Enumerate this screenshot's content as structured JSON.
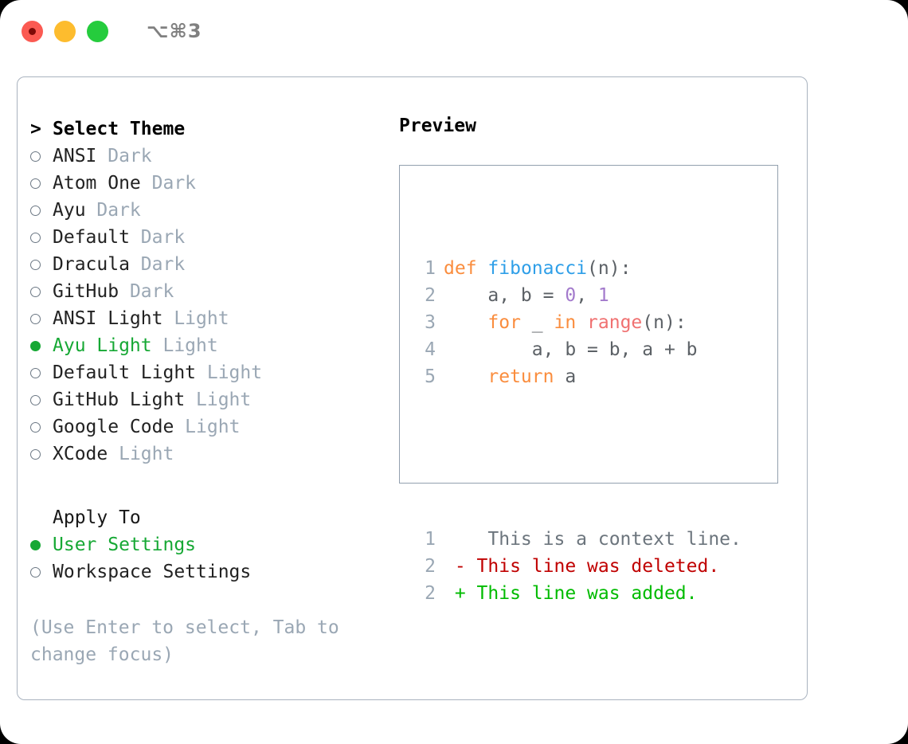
{
  "titlebar": {
    "shortcut": "⌥⌘3",
    "buttons": [
      "close",
      "minimize",
      "maximize"
    ]
  },
  "theme_picker": {
    "header_prefix": ">",
    "header": "Select Theme",
    "items": [
      {
        "marker": "○",
        "name": "ANSI",
        "tag": "Dark",
        "selected": false
      },
      {
        "marker": "○",
        "name": "Atom One",
        "tag": "Dark",
        "selected": false
      },
      {
        "marker": "○",
        "name": "Ayu",
        "tag": "Dark",
        "selected": false
      },
      {
        "marker": "○",
        "name": "Default",
        "tag": "Dark",
        "selected": false
      },
      {
        "marker": "○",
        "name": "Dracula",
        "tag": "Dark",
        "selected": false
      },
      {
        "marker": "○",
        "name": "GitHub",
        "tag": "Dark",
        "selected": false
      },
      {
        "marker": "○",
        "name": "ANSI Light",
        "tag": "Light",
        "selected": false
      },
      {
        "marker": "●",
        "name": "Ayu Light",
        "tag": "Light",
        "selected": true
      },
      {
        "marker": "○",
        "name": "Default Light",
        "tag": "Light",
        "selected": false
      },
      {
        "marker": "○",
        "name": "GitHub Light",
        "tag": "Light",
        "selected": false
      },
      {
        "marker": "○",
        "name": "Google Code",
        "tag": "Light",
        "selected": false
      },
      {
        "marker": "○",
        "name": "XCode",
        "tag": "Light",
        "selected": false
      }
    ]
  },
  "apply_to": {
    "header": "Apply To",
    "items": [
      {
        "marker": "●",
        "name": "User Settings",
        "selected": true
      },
      {
        "marker": "○",
        "name": "Workspace Settings",
        "selected": false
      }
    ]
  },
  "hint": "(Use Enter to select, Tab to change focus)",
  "preview": {
    "title": "Preview",
    "code_lines": [
      {
        "lineno": "1",
        "tokens": [
          {
            "t": "def",
            "c": "kw"
          },
          {
            "t": " ",
            "c": "pl"
          },
          {
            "t": "fibonacci",
            "c": "fn"
          },
          {
            "t": "(n):",
            "c": "pl"
          }
        ]
      },
      {
        "lineno": "2",
        "tokens": [
          {
            "t": "    a, b = ",
            "c": "pl"
          },
          {
            "t": "0",
            "c": "num"
          },
          {
            "t": ", ",
            "c": "pl"
          },
          {
            "t": "1",
            "c": "num"
          }
        ]
      },
      {
        "lineno": "3",
        "tokens": [
          {
            "t": "    ",
            "c": "pl"
          },
          {
            "t": "for",
            "c": "kw"
          },
          {
            "t": " _ ",
            "c": "pl"
          },
          {
            "t": "in",
            "c": "kw"
          },
          {
            "t": " ",
            "c": "pl"
          },
          {
            "t": "range",
            "c": "bi"
          },
          {
            "t": "(n):",
            "c": "pl"
          }
        ]
      },
      {
        "lineno": "4",
        "tokens": [
          {
            "t": "        a, b = b, a + b",
            "c": "pl"
          }
        ]
      },
      {
        "lineno": "5",
        "tokens": [
          {
            "t": "    ",
            "c": "pl"
          },
          {
            "t": "return",
            "c": "kw"
          },
          {
            "t": " a",
            "c": "pl"
          }
        ]
      }
    ],
    "diff_lines": [
      {
        "lineno": "1",
        "sign": " ",
        "text": "  This is a context line.",
        "kind": "ctx"
      },
      {
        "lineno": "2",
        "sign": "-",
        "text": " This line was deleted.",
        "kind": "del"
      },
      {
        "lineno": "2",
        "sign": "+",
        "text": " This line was added.",
        "kind": "add"
      }
    ]
  },
  "colors": {
    "accent_green": "#16a834",
    "muted": "#9aa7b4",
    "keyword": "#fa8d3e",
    "function": "#2f9fe8",
    "number": "#a37acc",
    "builtin": "#f07171",
    "diff_deleted": "#c00000",
    "diff_added": "#00bb00",
    "border": "#a9b3bf",
    "traffic_red": "#fb5a52",
    "traffic_yellow": "#fdbc2e",
    "traffic_green": "#25cc3d"
  }
}
